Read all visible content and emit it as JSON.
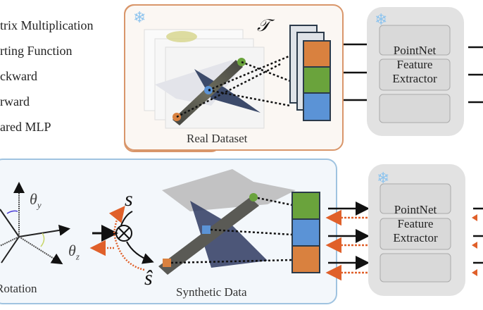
{
  "legend": {
    "items": [
      {
        "label": "trix Multiplication",
        "icon": "matrix-multiplication-icon"
      },
      {
        "label": "rting Function",
        "icon": "sorting-function-icon"
      },
      {
        "label": "ckward",
        "icon": "backward-arrow-icon"
      },
      {
        "label": "rward",
        "icon": "forward-arrow-icon"
      },
      {
        "label": "ared MLP",
        "icon": "shared-mlp-icon"
      }
    ]
  },
  "real_dataset": {
    "caption": "Real Dataset",
    "transform_symbol": "𝒯",
    "frozen_icon": "snowflake-icon",
    "feature_colors": [
      "#d9813f",
      "#6aa33c",
      "#5b93d6"
    ]
  },
  "synthetic_data": {
    "caption": "Synthetic Data",
    "rotation_caption": "Rotation",
    "theta_y": "θ",
    "theta_y_sub": "y",
    "theta_z": "θ",
    "theta_z_sub": "z",
    "scale_symbol": "s",
    "scale_hat_symbol": "ŝ",
    "otimes_symbol": "⊗",
    "feature_colors": [
      "#6aa33c",
      "#5b93d6",
      "#d9813f"
    ]
  },
  "pointnet_top": {
    "label_lines": [
      "PointNet",
      "Feature",
      "Extractor"
    ],
    "frozen_icon": "snowflake-icon"
  },
  "pointnet_bottom": {
    "label_lines": [
      "PointNet",
      "Feature",
      "Extractor"
    ],
    "frozen_icon": "snowflake-icon"
  },
  "colors": {
    "real_border": "#d9966a",
    "synthetic_border": "#9fc3e0",
    "backward_arrow": "#e0602a",
    "snowflake": "#8ec4ee"
  }
}
